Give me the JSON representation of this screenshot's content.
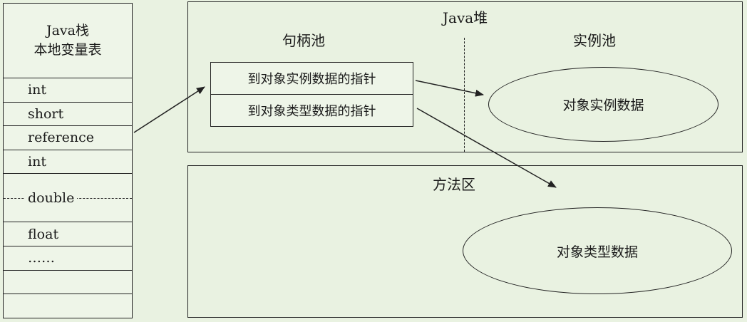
{
  "java_stack": {
    "title_line1": "Java栈",
    "title_line2": "本地变量表",
    "slots": [
      "int",
      "short",
      "reference",
      "int",
      "double",
      "float",
      "……",
      "",
      ""
    ]
  },
  "heap": {
    "title": "Java堆",
    "handle_pool": {
      "title": "句柄池",
      "instance_pointer": "到对象实例数据的指针",
      "type_pointer": "到对象类型数据的指针"
    },
    "instance_pool": {
      "title": "实例池",
      "instance_data": "对象实例数据"
    }
  },
  "method_area": {
    "title": "方法区",
    "type_data": "对象类型数据"
  }
}
